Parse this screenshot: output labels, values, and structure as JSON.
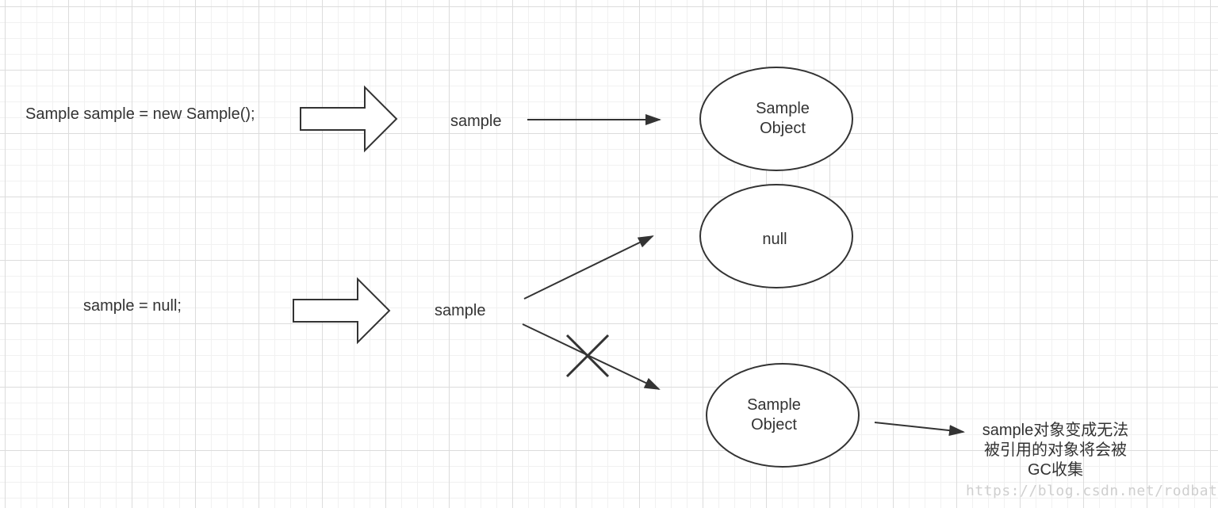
{
  "code": {
    "line1": "Sample sample = new Sample();",
    "line2": "sample = null;"
  },
  "references": {
    "top": "sample",
    "bottom": "sample"
  },
  "nodes": {
    "object_top": [
      "Sample",
      "Object"
    ],
    "null_node": "null",
    "object_bottom": [
      "Sample",
      "Object"
    ]
  },
  "note": "sample对象变成无法被引用的对象将会被GC收集",
  "watermark": "https://blog.csdn.net/rodbate"
}
